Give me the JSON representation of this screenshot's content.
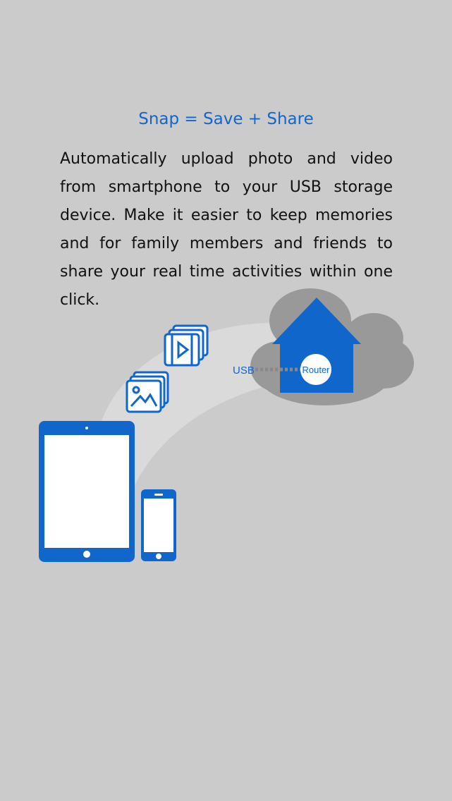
{
  "onboarding": {
    "title": "Snap = Save + Share",
    "description": "Automatically upload photo and video from smartphone to your USB storage device. Make it easier to keep memories and for family members and friends to share your real time activities within one click."
  },
  "illustration": {
    "usb_label": "USB",
    "router_label": "Router",
    "icons": [
      "video-stack-icon",
      "photo-stack-icon",
      "tablet-icon",
      "phone-icon",
      "house-icon",
      "cloud-icon",
      "router-icon"
    ]
  },
  "colors": {
    "background": "#cbcbcb",
    "accent": "#1166cc",
    "cloud": "#999999",
    "text": "#111111"
  }
}
